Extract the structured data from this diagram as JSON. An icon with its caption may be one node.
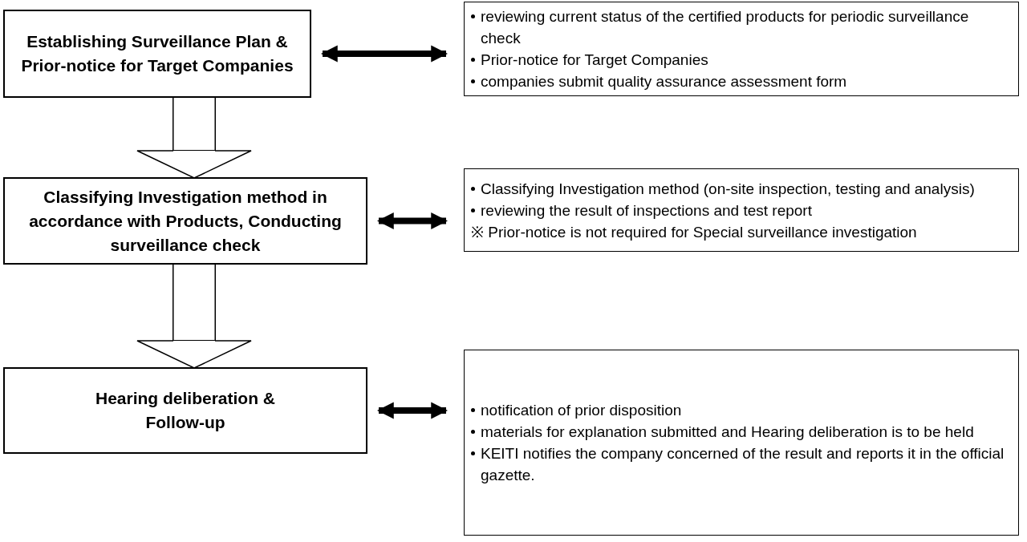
{
  "diagram": {
    "nodes": [
      {
        "text": [
          "Establishing Surveillance Plan & Prior-notice for Target Companies"
        ]
      },
      {
        "text": [
          "Classifying Investigation method in accordance with Products, Conducting surveillance check"
        ]
      },
      {
        "text": [
          "Hearing deliberation & Follow-up"
        ]
      },
      {
        "text": [
          "reviewing current status of the certified products for periodic surveillance check",
          "Prior-notice for Target Companies",
          "companies submit quality assurance assessment form"
        ]
      },
      {
        "text": [
          "Classifying Investigation method (on-site inspection, testing and analysis)",
          "reviewing the result of inspections and test report",
          "※ Prior-notice is not required for Special surveillance investigation"
        ]
      },
      {
        "text": [
          "notification of prior disposition",
          "materials for explanation submitted and Hearing deliberation is to be held",
          "KEITI notifies the company concerned of the result and reports it in the official gazette."
        ]
      }
    ],
    "edges": [
      {
        "from": 0,
        "to": 1,
        "arrow": "to",
        "style": "thick"
      },
      {
        "from": 1,
        "to": 2,
        "arrow": "to",
        "style": "thick"
      },
      {
        "from": 0,
        "to": 3,
        "arrow": "both"
      },
      {
        "from": 1,
        "to": 4,
        "arrow": "both"
      },
      {
        "from": 2,
        "to": 5,
        "arrow": "both"
      }
    ]
  }
}
